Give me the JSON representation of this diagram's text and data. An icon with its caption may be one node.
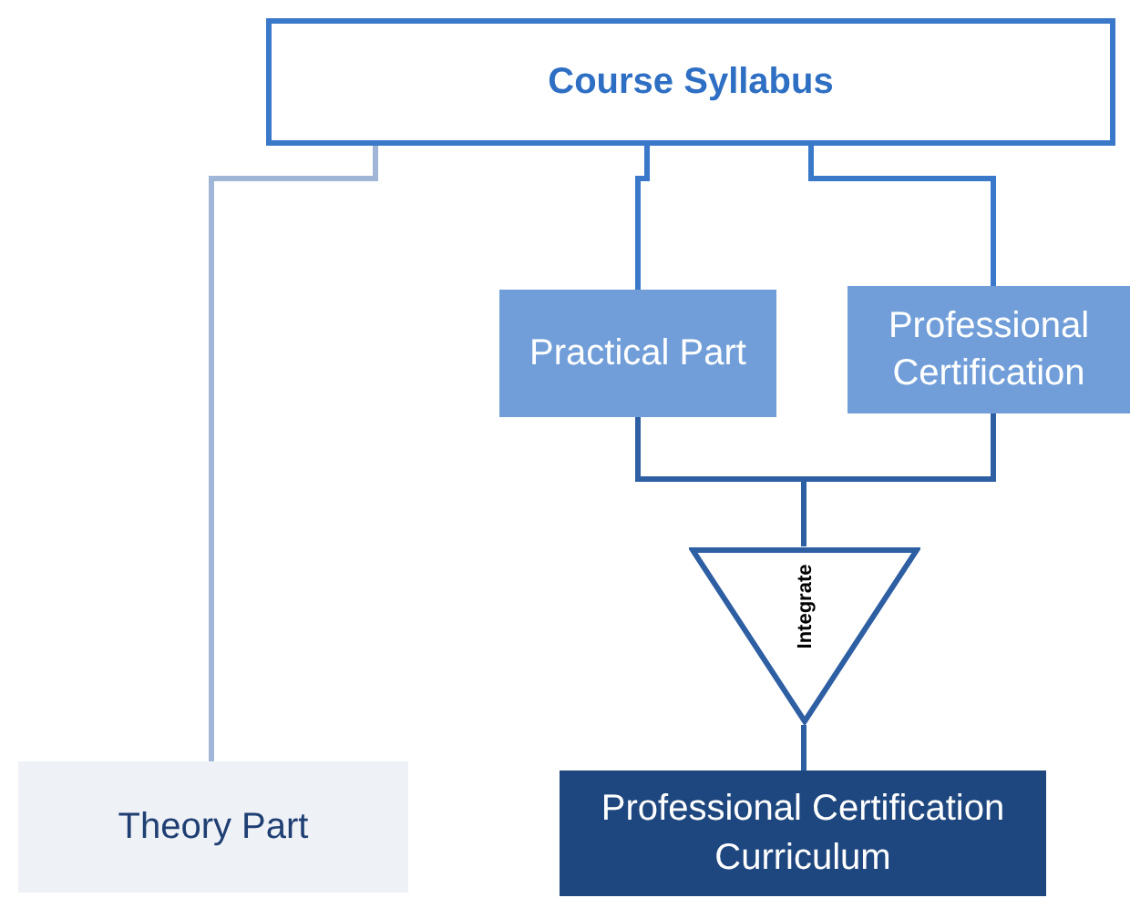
{
  "diagram": {
    "nodes": [
      {
        "text": [
          "Course Syllabus"
        ]
      },
      {
        "text": [
          "Practical Part"
        ]
      },
      {
        "text": [
          "Professional Certification"
        ]
      },
      {
        "text": [
          "Integrate"
        ]
      },
      {
        "text": [
          "Theory Part"
        ]
      },
      {
        "text": [
          "Professional Certification Curriculum"
        ]
      }
    ],
    "edges": [
      {
        "from": 0,
        "to": 4,
        "arrow": "none",
        "color": "#9fb6d6"
      },
      {
        "from": 0,
        "to": 1,
        "arrow": "none"
      },
      {
        "from": 0,
        "to": 2,
        "arrow": "none"
      },
      {
        "from": 1,
        "to": 3,
        "arrow": "none",
        "color": "#2e5fa3"
      },
      {
        "from": 2,
        "to": 3,
        "arrow": "none",
        "color": "#2e5fa3"
      },
      {
        "from": 3,
        "to": 5,
        "arrow": "none",
        "color": "#2e5fa3"
      }
    ]
  }
}
